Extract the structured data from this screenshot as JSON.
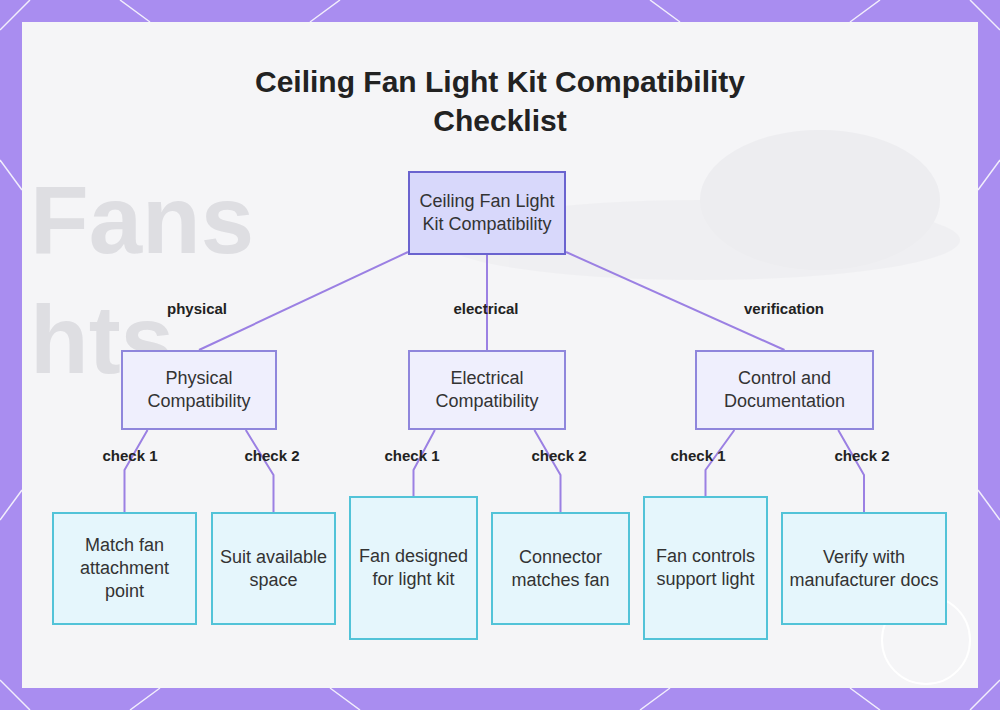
{
  "diagram": {
    "title": "Ceiling Fan Light Kit Compatibility Checklist",
    "nodes": [
      {
        "text": [
          "Ceiling Fan Light Kit Compatibility"
        ]
      },
      {
        "text": [
          "Physical Compatibility"
        ]
      },
      {
        "text": [
          "Electrical Compatibility"
        ]
      },
      {
        "text": [
          "Control and Documentation"
        ]
      },
      {
        "text": [
          "Match fan attachment point"
        ]
      },
      {
        "text": [
          "Suit available space"
        ]
      },
      {
        "text": [
          "Fan designed for light kit"
        ]
      },
      {
        "text": [
          "Connector matches fan"
        ]
      },
      {
        "text": [
          "Fan controls support light"
        ]
      },
      {
        "text": [
          "Verify with manufacturer docs"
        ]
      }
    ],
    "edges": [
      {
        "from": 0,
        "to": 1,
        "label": "physical",
        "arrow": "none"
      },
      {
        "from": 0,
        "to": 2,
        "label": "electrical",
        "arrow": "none"
      },
      {
        "from": 0,
        "to": 3,
        "label": "verification",
        "arrow": "none"
      },
      {
        "from": 1,
        "to": 4,
        "label": "check 1",
        "arrow": "none"
      },
      {
        "from": 1,
        "to": 5,
        "label": "check 2",
        "arrow": "none"
      },
      {
        "from": 2,
        "to": 6,
        "label": "check 1",
        "arrow": "none"
      },
      {
        "from": 2,
        "to": 7,
        "label": "check 2",
        "arrow": "none"
      },
      {
        "from": 3,
        "to": 8,
        "label": "check 1",
        "arrow": "none"
      },
      {
        "from": 3,
        "to": 9,
        "label": "check 2",
        "arrow": "none"
      }
    ],
    "labels": [
      "Fans",
      "hts"
    ]
  }
}
